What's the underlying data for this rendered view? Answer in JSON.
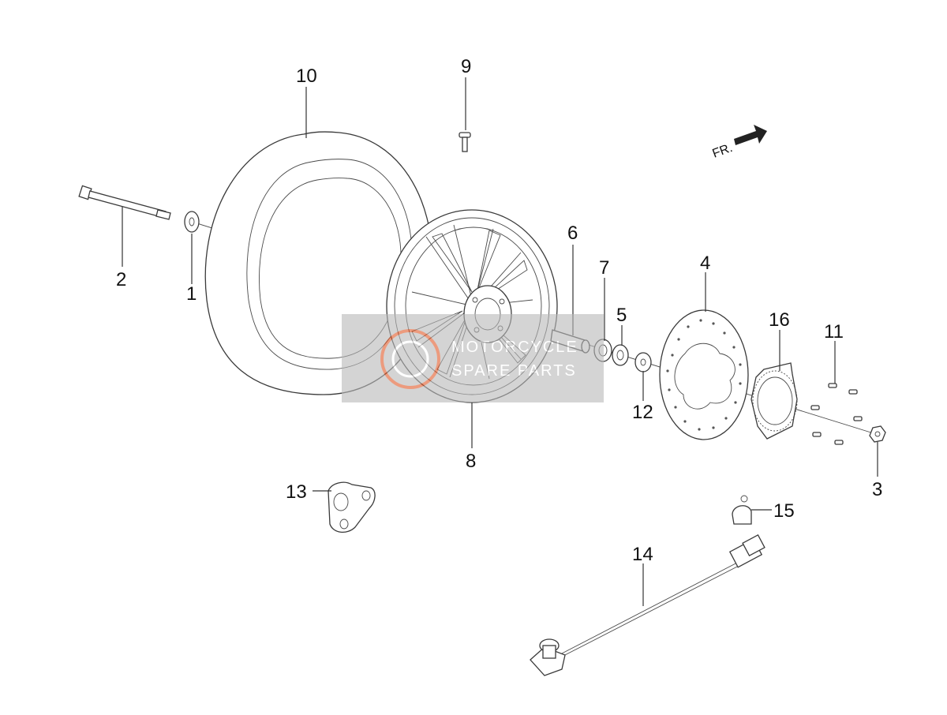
{
  "diagram": {
    "callouts": [
      "10",
      "9",
      "2",
      "1",
      "6",
      "7",
      "4",
      "5",
      "16",
      "11",
      "12",
      "8",
      "3",
      "13",
      "15",
      "14"
    ],
    "front_marker": "FR.",
    "watermark": {
      "line1": "MOTORCYCLE",
      "line2": "SPARE PARTS"
    },
    "colors": {
      "line": "#3a3a3a",
      "watermark_bg": "#b9b9b9",
      "watermark_accent": "#e05a2a"
    }
  }
}
